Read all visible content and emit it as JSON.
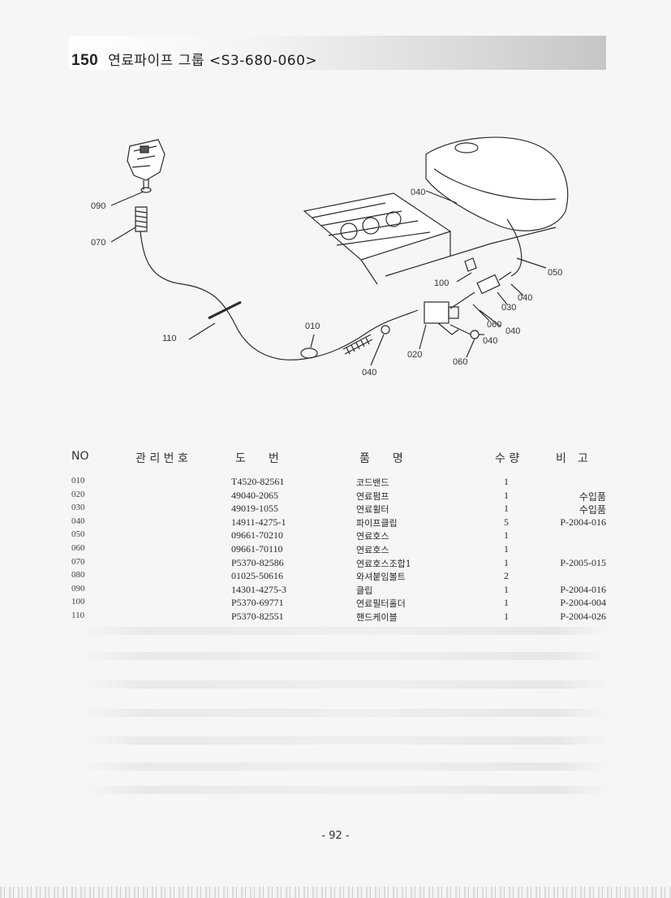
{
  "header": {
    "group_number": "150",
    "title": "연료파이프 그룹 <S3-680-060>"
  },
  "diagram": {
    "callouts": [
      "090",
      "070",
      "040",
      "050",
      "100",
      "040",
      "030",
      "060",
      "040",
      "040",
      "110",
      "010",
      "020",
      "060",
      "040"
    ]
  },
  "table": {
    "headers": {
      "no": "NO",
      "management_no": "관 리 번 호",
      "drawing_no": "도　　번",
      "part_name": "품　　명",
      "qty": "수 량",
      "remarks": "비　고"
    },
    "rows": [
      {
        "no": "010",
        "part": "T4520-82561",
        "name": "코드밴드",
        "qty": "1",
        "remark": ""
      },
      {
        "no": "020",
        "part": "49040-2065",
        "name": "연료펌프",
        "qty": "1",
        "remark": "수입품"
      },
      {
        "no": "030",
        "part": "49019-1055",
        "name": "연료휠터",
        "qty": "1",
        "remark": "수입품"
      },
      {
        "no": "040",
        "part": "14911-4275-1",
        "name": "파이프클립",
        "qty": "5",
        "remark": "P-2004-016"
      },
      {
        "no": "050",
        "part": "09661-70210",
        "name": "연료호스",
        "qty": "1",
        "remark": ""
      },
      {
        "no": "060",
        "part": "09661-70110",
        "name": "연료호스",
        "qty": "1",
        "remark": ""
      },
      {
        "no": "070",
        "part": "P5370-82586",
        "name": "연료호스조합1",
        "qty": "1",
        "remark": "P-2005-015"
      },
      {
        "no": "080",
        "part": "01025-50616",
        "name": "와셔붙임볼트",
        "qty": "2",
        "remark": ""
      },
      {
        "no": "090",
        "part": "14301-4275-3",
        "name": "클립",
        "qty": "1",
        "remark": "P-2004-016"
      },
      {
        "no": "100",
        "part": "P5370-69771",
        "name": "연료필터홀더",
        "qty": "1",
        "remark": "P-2004-004"
      },
      {
        "no": "110",
        "part": "P5370-82551",
        "name": "핸드케이블",
        "qty": "1",
        "remark": "P-2004-026"
      }
    ]
  },
  "page_number": "- 92 -"
}
